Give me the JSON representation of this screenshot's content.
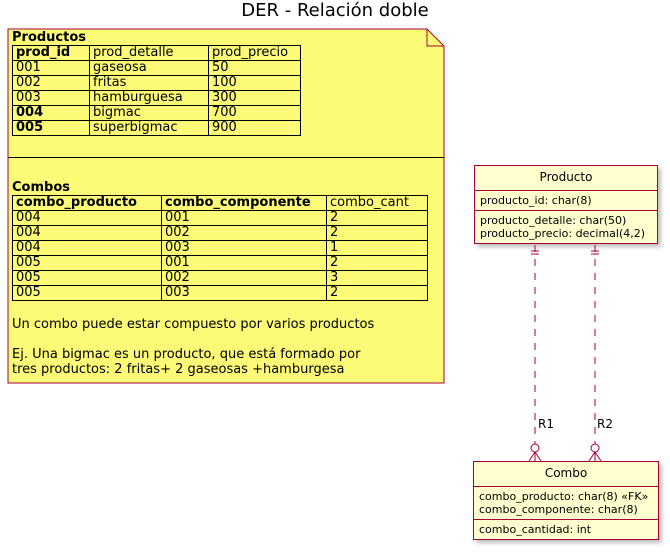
{
  "title": "DER - Relación doble",
  "note": {
    "productos": {
      "heading": "Productos",
      "columns": [
        "prod_id",
        "prod_detalle",
        "prod_precio"
      ],
      "rows": [
        [
          "001",
          "gaseosa",
          "50"
        ],
        [
          "002",
          "fritas",
          "100"
        ],
        [
          "003",
          "hamburguesa",
          "300"
        ],
        [
          "004",
          "bigmac",
          "700"
        ],
        [
          "005",
          "superbigmac",
          "900"
        ]
      ]
    },
    "combos": {
      "heading": "Combos",
      "columns": [
        "combo_producto",
        "combo_componente",
        "combo_cant"
      ],
      "rows": [
        [
          "004",
          "001",
          "2"
        ],
        [
          "004",
          "002",
          "2"
        ],
        [
          "004",
          "003",
          "1"
        ],
        [
          "005",
          "001",
          "2"
        ],
        [
          "005",
          "002",
          "3"
        ],
        [
          "005",
          "003",
          "2"
        ]
      ]
    },
    "text_line1": "Un combo puede estar compuesto por varios productos",
    "text_line2": "Ej. Una bigmac es un producto, que está formado por",
    "text_line3": "tres productos: 2 fritas+ 2 gaseosas +hamburgesa"
  },
  "entities": {
    "producto": {
      "name": "Producto",
      "key_fields": [
        "producto_id: char(8)"
      ],
      "fields": [
        "producto_detalle: char(50)",
        "producto_precio: decimal(4,2)"
      ]
    },
    "combo": {
      "name": "Combo",
      "key_fields": [
        "combo_producto: char(8) «FK»",
        "combo_componente: char(8)"
      ],
      "fields": [
        "combo_cantidad: int"
      ]
    }
  },
  "relations": [
    {
      "label": "R1"
    },
    {
      "label": "R2"
    }
  ],
  "colors": {
    "note_fill": "#fbfb77",
    "entity_fill": "#fefece",
    "border": "#a80036"
  }
}
